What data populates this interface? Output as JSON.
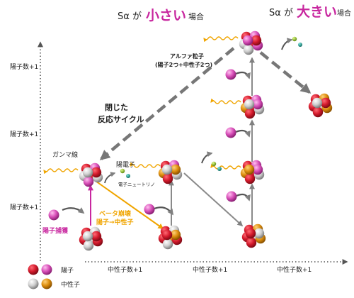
{
  "header": {
    "small_prefix": "Sα が",
    "small_big": "小さい",
    "small_suffix": "場合",
    "large_prefix": "Sα が",
    "large_big": "大きい",
    "large_suffix": "場合"
  },
  "labels": {
    "alpha_title": "アルファ粒子",
    "alpha_detail": "(陽子2つ+中性子2つ)",
    "cycle_line1": "閉じた",
    "cycle_line2": "反応サイクル",
    "gamma": "ガンマ線",
    "positron": "陽電子",
    "neutrino": "電子ニュートリノ",
    "capture": "陽子捕獲",
    "beta_line1": "ベータ崩壊",
    "beta_line2": "陽子→中性子"
  },
  "axes": {
    "y_ticks": [
      "陽子数+1",
      "陽子数+1",
      "陽子数+1"
    ],
    "x_ticks": [
      "中性子数+1",
      "中性子数+1",
      "中性子数+1"
    ]
  },
  "legend": {
    "proton": "陽子",
    "neutron": "中性子"
  },
  "colors": {
    "proton_red": "#cc1b2e",
    "proton_pink": "#d84fb8",
    "neutron_gray": "#c8c8c8",
    "neutron_orange": "#d98a0c",
    "arrow_gray": "#808080",
    "magenta": "#c8279f",
    "orange": "#f0a500",
    "neutrino_teal": "#1d8c82",
    "positron_green": "#7fae1f"
  }
}
